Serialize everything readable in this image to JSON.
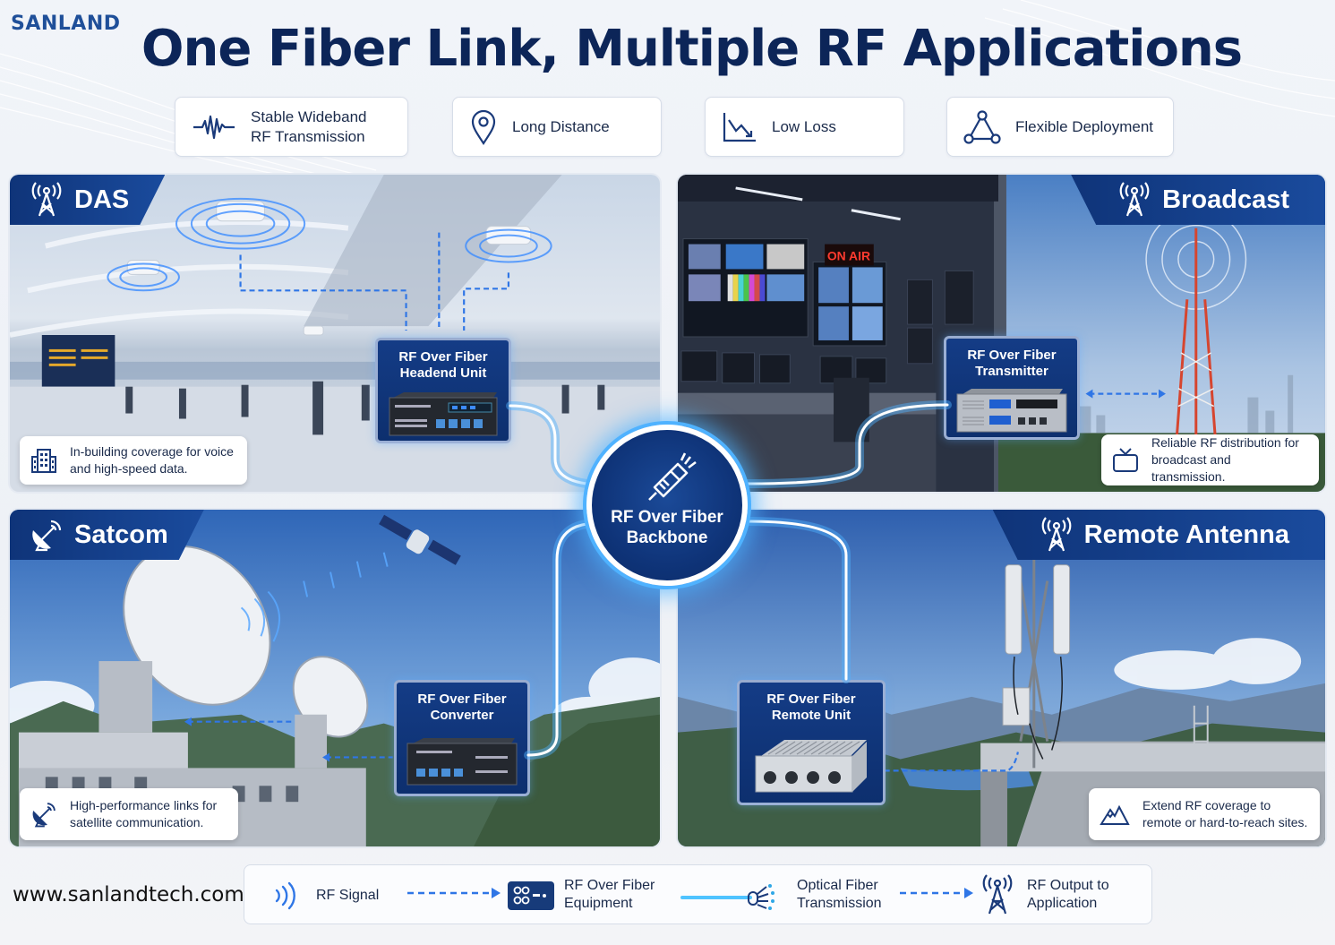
{
  "brand": {
    "logo": "SANLAND",
    "url": "www.sanlandtech.com"
  },
  "title": "One Fiber Link, Multiple RF Applications",
  "features": [
    {
      "icon": "waveform-icon",
      "label_line1": "Stable Wideband",
      "label_line2": "RF Transmission"
    },
    {
      "icon": "location-pin-icon",
      "label_line1": "Long Distance",
      "label_line2": ""
    },
    {
      "icon": "declining-chart-icon",
      "label_line1": "Low Loss",
      "label_line2": ""
    },
    {
      "icon": "network-triangle-icon",
      "label_line1": "Flexible Deployment",
      "label_line2": ""
    }
  ],
  "hub": {
    "icon": "fiber-connector-icon",
    "line1": "RF Over Fiber",
    "line2": "Backbone"
  },
  "panels": {
    "das": {
      "title": "DAS",
      "icon": "antenna-tower-icon",
      "device": {
        "line1": "RF Over Fiber",
        "line2": "Headend Unit"
      },
      "caption": {
        "icon": "building-icon",
        "line1": "In-building coverage for voice",
        "line2": "and high-speed data."
      }
    },
    "broadcast": {
      "title": "Broadcast",
      "icon": "antenna-tower-icon",
      "device": {
        "line1": "RF Over Fiber",
        "line2": "Transmitter"
      },
      "on_air": "ON AIR",
      "caption": {
        "icon": "tv-icon",
        "line1": "Reliable RF distribution for",
        "line2": "broadcast and transmission."
      }
    },
    "satcom": {
      "title": "Satcom",
      "icon": "satellite-dish-icon",
      "device": {
        "line1": "RF Over Fiber",
        "line2": "Converter"
      },
      "caption": {
        "icon": "satellite-dish-icon",
        "line1": "High-performance links for",
        "line2": "satellite communication."
      }
    },
    "remote": {
      "title": "Remote Antenna",
      "icon": "antenna-tower-icon",
      "device": {
        "line1": "RF Over Fiber",
        "line2": "Remote Unit"
      },
      "caption": {
        "icon": "mountain-icon",
        "line1": "Extend RF coverage to",
        "line2": "remote or hard-to-reach sites."
      }
    }
  },
  "legend": [
    {
      "icon": "rf-signal-icon",
      "line1": "RF Signal",
      "line2": ""
    },
    {
      "icon": "equipment-icon",
      "line1": "RF Over Fiber",
      "line2": "Equipment"
    },
    {
      "icon": "optical-fiber-icon",
      "line1": "Optical Fiber",
      "line2": "Transmission"
    },
    {
      "icon": "antenna-tower-icon",
      "line1": "RF Output to",
      "line2": "Application"
    }
  ],
  "colors": {
    "navy": "#0c2558",
    "brand_blue": "#1f4f99",
    "tag_blue": "#0f3479",
    "fiber_glow": "#4fb2ff",
    "rf_dashed": "#1e6de0"
  }
}
